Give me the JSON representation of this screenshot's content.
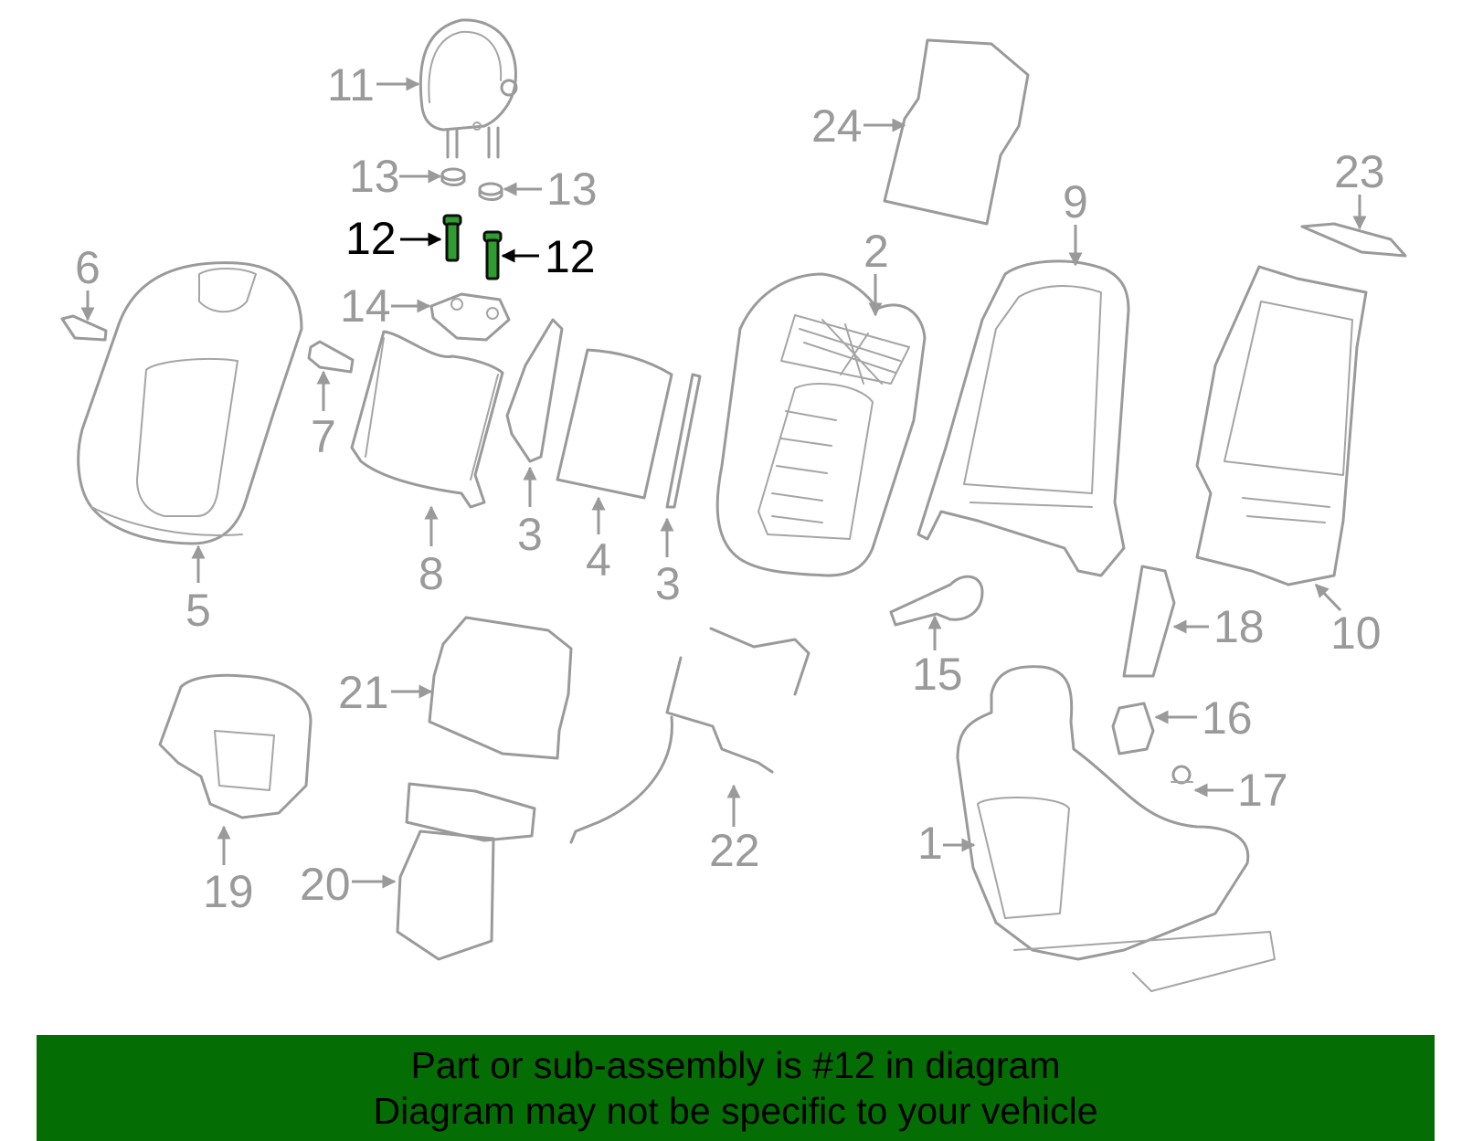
{
  "diagram": {
    "highlight_color": "#2e9e2e",
    "highlighted_part": "12",
    "callouts": [
      {
        "id": "c1",
        "label": "1"
      },
      {
        "id": "c2",
        "label": "2"
      },
      {
        "id": "c3a",
        "label": "3"
      },
      {
        "id": "c3b",
        "label": "3"
      },
      {
        "id": "c4",
        "label": "4"
      },
      {
        "id": "c5",
        "label": "5"
      },
      {
        "id": "c6",
        "label": "6"
      },
      {
        "id": "c7",
        "label": "7"
      },
      {
        "id": "c8",
        "label": "8"
      },
      {
        "id": "c9",
        "label": "9"
      },
      {
        "id": "c10",
        "label": "10"
      },
      {
        "id": "c11",
        "label": "11"
      },
      {
        "id": "c12a",
        "label": "12"
      },
      {
        "id": "c12b",
        "label": "12"
      },
      {
        "id": "c13a",
        "label": "13"
      },
      {
        "id": "c13b",
        "label": "13"
      },
      {
        "id": "c14",
        "label": "14"
      },
      {
        "id": "c15",
        "label": "15"
      },
      {
        "id": "c16",
        "label": "16"
      },
      {
        "id": "c17",
        "label": "17"
      },
      {
        "id": "c18",
        "label": "18"
      },
      {
        "id": "c19",
        "label": "19"
      },
      {
        "id": "c20",
        "label": "20"
      },
      {
        "id": "c21",
        "label": "21"
      },
      {
        "id": "c22",
        "label": "22"
      },
      {
        "id": "c23",
        "label": "23"
      },
      {
        "id": "c24",
        "label": "24"
      }
    ]
  },
  "banner": {
    "line1": "Part or sub-assembly is #12 in diagram",
    "line2": "Diagram may not be specific to your vehicle",
    "background_color": "#046e04"
  }
}
